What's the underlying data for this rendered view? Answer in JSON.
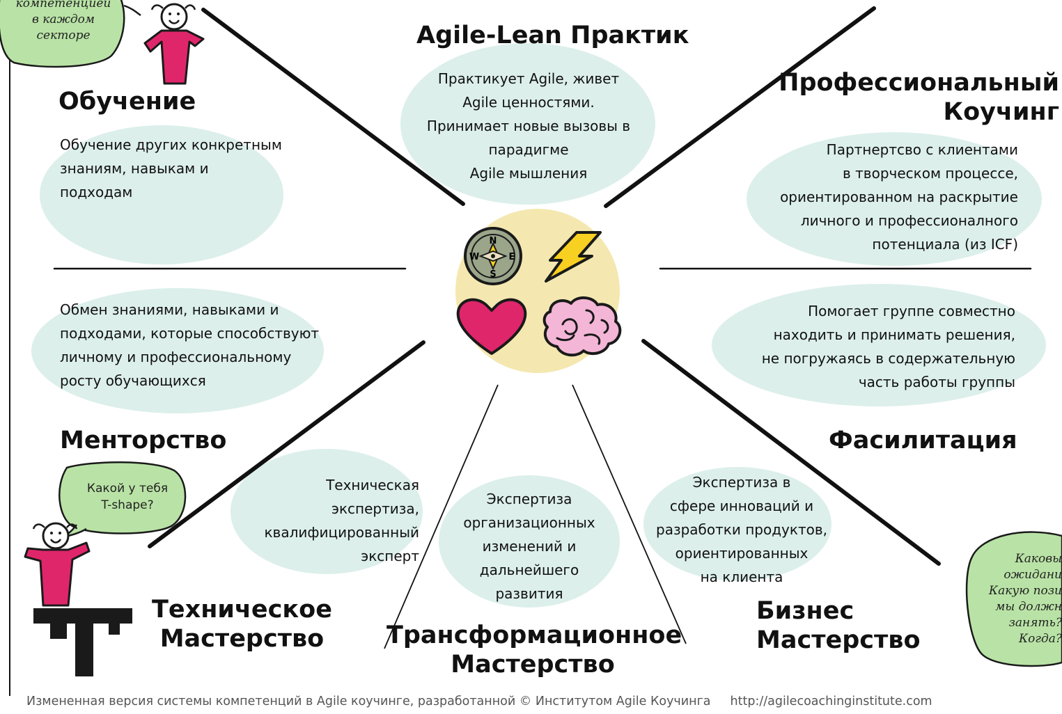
{
  "center_icons": [
    "compass-icon",
    "lightning-icon",
    "heart-icon",
    "brain-icon"
  ],
  "compass_letters": {
    "n": "N",
    "s": "S",
    "w": "W",
    "e": "E"
  },
  "colors": {
    "bubble": "#dcefeb",
    "center": "#f4e8b0",
    "speech": "#b9e3a6",
    "figure": "#e0266a",
    "heart": "#e0266a",
    "brain": "#f4b6d6",
    "compass": "#9aa58a",
    "lightning": "#f8d021"
  },
  "sectors": {
    "agile_lean": {
      "title": "Agile-Lean Практик",
      "lines": [
        "Практикует Agile, живет",
        "Agile ценностями.",
        "Принимает новые вызовы в",
        "парадигме",
        "Agile мышления"
      ]
    },
    "teaching": {
      "title": "Обучение",
      "lines": [
        "Обучение других конкретным",
        "знаниям, навыкам и",
        "подходам"
      ]
    },
    "coaching": {
      "title_lines": [
        "Профессиональный",
        "Коучинг"
      ],
      "lines": [
        "Партнертсво с клиентами",
        "в творческом процессе,",
        "ориентированном на раскрытие",
        "личного и профессионалного",
        "потенциала (из  ICF)"
      ]
    },
    "mentoring": {
      "title": "Менторство",
      "lines": [
        "Обмен знаниями, навыками и",
        "подходами, которые способствуют",
        "личному и профессиональному",
        "росту обучающихся"
      ]
    },
    "facilitation": {
      "title": "Фасилитация",
      "lines": [
        "Помогает группе совместно",
        "находить и принимать решения,",
        "не погружаясь в содержательную",
        "часть работы группы"
      ]
    },
    "technical": {
      "title_lines": [
        "Техническое",
        "Мастерство"
      ],
      "lines": [
        "Техническая",
        "экспертиза,",
        "квалифицированный",
        "эксперт"
      ]
    },
    "transformation": {
      "title_lines": [
        "Трансформационное",
        "Мастерство"
      ],
      "lines": [
        "Экспертиза",
        "организационных",
        "изменений и",
        "дальнейшего",
        "развития"
      ]
    },
    "business": {
      "title_lines": [
        "Бизнес",
        "Мастерство"
      ],
      "lines": [
        "Экспертиза в",
        "сфере инноваций и",
        "разработки продуктов,",
        "ориентированных",
        "на клиента"
      ]
    }
  },
  "speech_bubbles": {
    "top_left": [
      "компетенцией",
      "в каждом",
      "секторе"
    ],
    "tshape": [
      "Какой у тебя",
      "T-shape?"
    ],
    "right": [
      "Каковы",
      "ожидани",
      "Какую пози",
      "мы должн",
      "занять?",
      "Когда?"
    ]
  },
  "footer": {
    "text": "Измененная версия системы компетенций в Agile коучинге, разработанной © Институтом Agile Коучинга",
    "url": "http://agilecoachinginstitute.com"
  }
}
